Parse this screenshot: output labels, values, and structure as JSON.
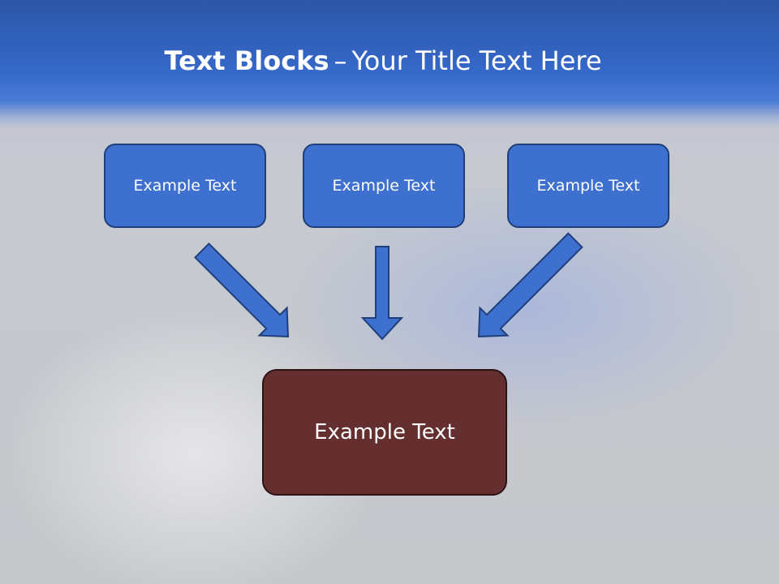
{
  "slide": {
    "title_bold": "Text Blocks",
    "title_dash": "–",
    "title_rest": "Your Title Text Here"
  },
  "blocks": [
    {
      "label": "Example Text"
    },
    {
      "label": "Example Text"
    },
    {
      "label": "Example Text"
    }
  ],
  "main_block": {
    "label": "Example Text"
  },
  "colors": {
    "header": "#3568c9",
    "block_fill": "#3e70cf",
    "main_block_fill": "#652f30"
  }
}
